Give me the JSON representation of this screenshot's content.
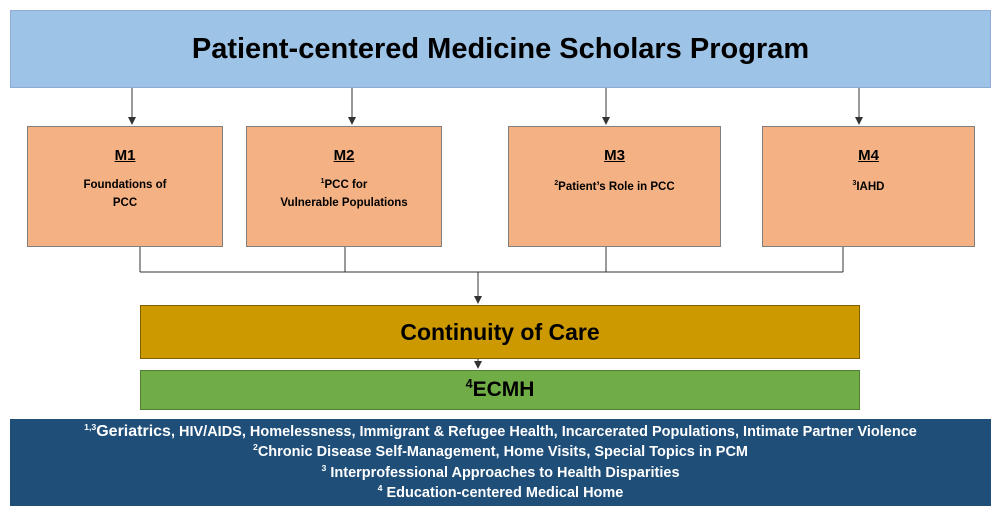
{
  "title": "Patient-centered Medicine Scholars Program",
  "modules": [
    {
      "name": "M1",
      "sup": "",
      "desc_line1": "Foundations of",
      "desc_line2": "PCC"
    },
    {
      "name": "M2",
      "sup": "1",
      "desc_line1": "PCC for",
      "desc_line2": "Vulnerable Populations"
    },
    {
      "name": "M3",
      "sup": "2",
      "desc_line1": "Patient’s Role in PCC",
      "desc_line2": ""
    },
    {
      "name": "M4",
      "sup": "3",
      "desc_line1": "IAHD",
      "desc_line2": ""
    }
  ],
  "continuity": "Continuity of Care",
  "ecmh": {
    "sup": "4",
    "label": "ECMH"
  },
  "notes": [
    {
      "sup": "1,3",
      "lead": "Geriatrics",
      "text": ", HIV/AIDS, Homelessness, Immigrant &  Refugee Health, Incarcerated Populations, Intimate Partner Violence"
    },
    {
      "sup": "2",
      "lead": "",
      "text": "Chronic Disease Self-Management, Home Visits, Special Topics in PCM"
    },
    {
      "sup": "3",
      "lead": "",
      "text": " Interprofessional Approaches to Health Disparities"
    },
    {
      "sup": "4",
      "lead": "",
      "text": " Education-centered Medical Home"
    }
  ],
  "colors": {
    "title_bg": "#9dc3e6",
    "module_bg": "#f4b183",
    "continuity_bg": "#cc9900",
    "ecmh_bg": "#70ad47",
    "notes_bg": "#1f4e79"
  }
}
